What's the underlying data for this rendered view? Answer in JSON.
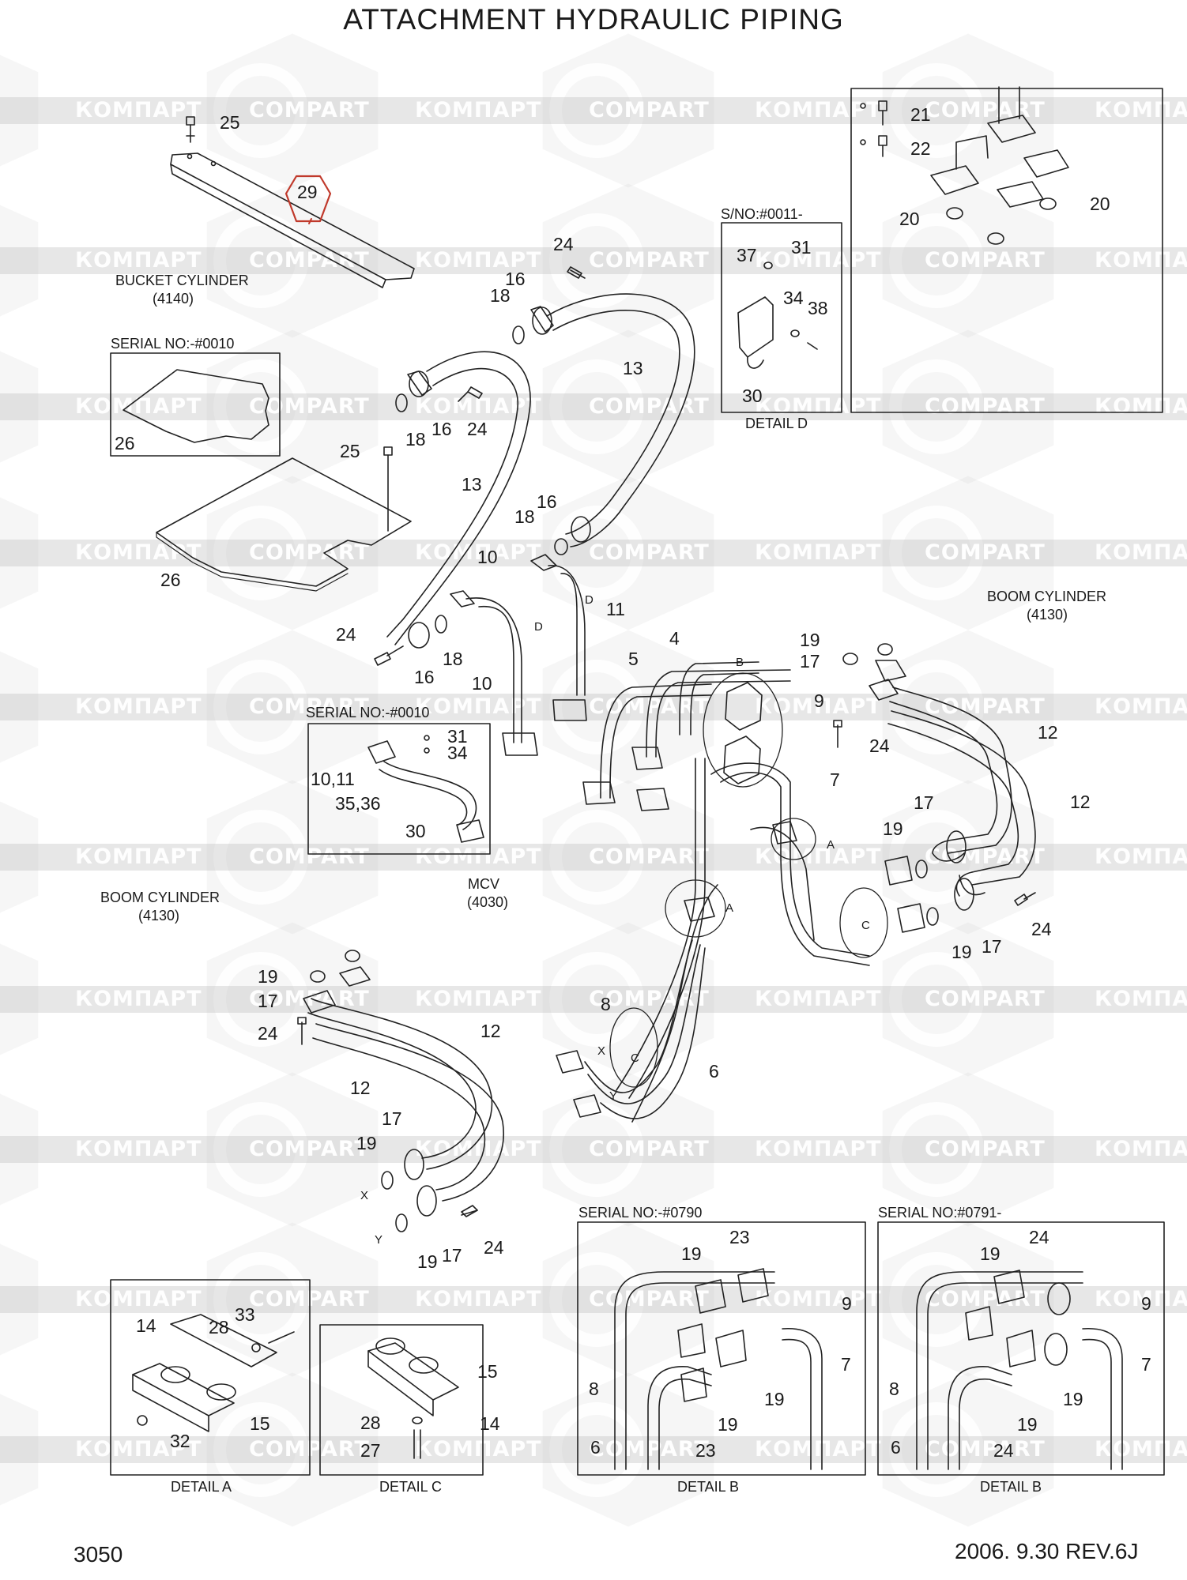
{
  "title": "ATTACHMENT HYDRAULIC PIPING",
  "footer": {
    "page": "3050",
    "revision": "2006. 9.30  REV.6J"
  },
  "watermark": {
    "brand_a": "КОМПАРТ",
    "brand_b": "COMPART",
    "color": "#c8c8c8"
  },
  "highlight": {
    "part": "29",
    "color": "#c0392b"
  },
  "section_labels": {
    "bucket_cylinder": "BUCKET CYLINDER",
    "bucket_cylinder_ref": "(4140)",
    "boom_cylinder_right": "BOOM CYLINDER",
    "boom_cylinder_right_ref": "(4130)",
    "boom_cylinder_left": "BOOM CYLINDER",
    "boom_cylinder_left_ref": "(4130)",
    "mcv": "MCV",
    "mcv_ref": "(4030)",
    "serial_0010_top": "SERIAL NO:-#0010",
    "serial_0010_mid": "SERIAL NO:-#0010",
    "sno_0011": "S/NO:#0011-",
    "serial_0790": "SERIAL NO:-#0790",
    "serial_0791": "SERIAL NO:#0791-",
    "detail_a": "DETAIL A",
    "detail_b1": "DETAIL B",
    "detail_b2": "DETAIL B",
    "detail_c": "DETAIL C",
    "detail_d": "DETAIL D"
  },
  "detail_letters": {
    "a1": "A",
    "a2": "A",
    "b": "B",
    "c1": "C",
    "c2": "C",
    "d1": "D",
    "d2": "D",
    "x1": "X",
    "y1": "Y",
    "x2": "X",
    "y2": "Y"
  },
  "part_numbers": {
    "p25a": "25",
    "p29": "29",
    "p24a": "24",
    "p16a": "16",
    "p18a": "18",
    "p13a": "13",
    "p37": "37",
    "p31a": "31",
    "p34a": "34",
    "p38": "38",
    "p30a": "30",
    "p21": "21",
    "p22": "22",
    "p20a": "20",
    "p20b": "20",
    "p26a": "26",
    "p18b": "18",
    "p16b": "16",
    "p24b": "24",
    "p25b": "25",
    "p13b": "13",
    "p16c": "16",
    "p18c": "18",
    "p26b": "26",
    "p10a": "10",
    "p11": "11",
    "p24c": "24",
    "p16d": "16",
    "p18d": "18",
    "p10b": "10",
    "p4": "4",
    "p5": "5",
    "p19a": "19",
    "p17a": "17",
    "p9": "9",
    "p24d": "24",
    "p12a": "12",
    "p7": "7",
    "p12b": "12",
    "p17b": "17",
    "p19b": "19",
    "p17c": "17",
    "p19c": "19",
    "p24e": "24",
    "p31b": "31",
    "p34b": "34",
    "p1011": "10,11",
    "p3536": "35,36",
    "p30b": "30",
    "p19d": "19",
    "p17d": "17",
    "p24f": "24",
    "p12c": "12",
    "p12d": "12",
    "p8": "8",
    "p6": "6",
    "p17e": "17",
    "p19e": "19",
    "p19f": "19",
    "p17f": "17",
    "p24g": "24",
    "p14a": "14",
    "p28a": "28",
    "p33": "33",
    "p15a": "15",
    "p32": "32",
    "p15b": "15",
    "p28b": "28",
    "p14b": "14",
    "p27": "27",
    "b1_23a": "23",
    "b1_19a": "19",
    "b1_9": "9",
    "b1_7": "7",
    "b1_8": "8",
    "b1_19b": "19",
    "b1_19c": "19",
    "b1_6": "6",
    "b1_23b": "23",
    "b2_24a": "24",
    "b2_19a": "19",
    "b2_9": "9",
    "b2_7": "7",
    "b2_8": "8",
    "b2_19b": "19",
    "b2_19c": "19",
    "b2_6": "6",
    "b2_24b": "24"
  }
}
